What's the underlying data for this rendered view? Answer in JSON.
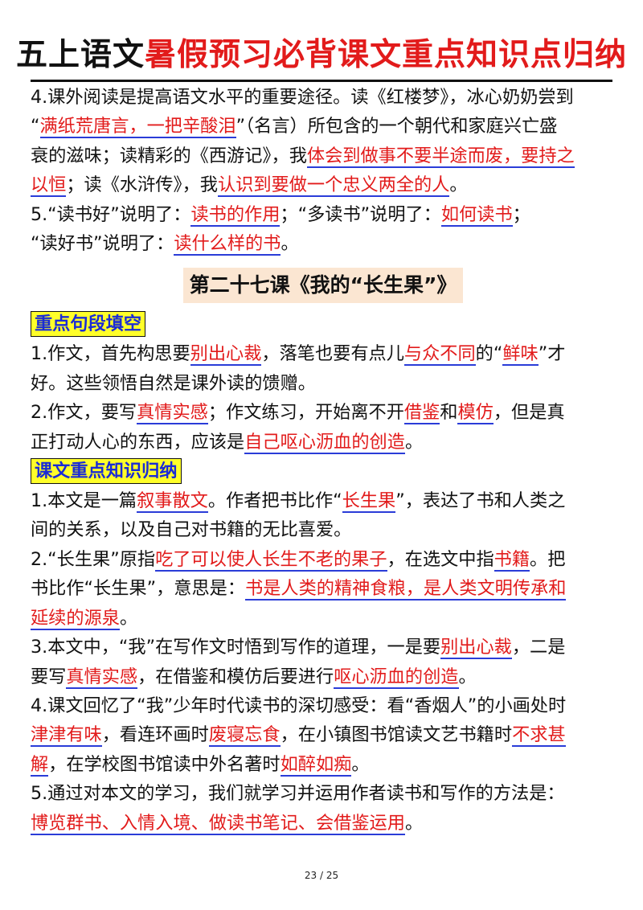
{
  "title": {
    "black": "五上语文",
    "red": "暑假预习必背课文重点知识点归纳"
  },
  "lines": [
    [
      {
        "t": "4.课外阅读是提高语文水平的重要途径。读《红楼梦》，冰心奶奶尝到"
      }
    ],
    [
      {
        "t": "“"
      },
      {
        "t": "满纸荒唐言，一把辛酸泪",
        "r": 1
      },
      {
        "t": "”（名言）所包含的一个朝代和家庭兴亡盛"
      }
    ],
    [
      {
        "t": "衰的滋味；读精彩的《西游记》，我"
      },
      {
        "t": "体会到做事不要半途而废，要持之",
        "r": 1
      }
    ],
    [
      {
        "t": "以恒",
        "r": 1
      },
      {
        "t": "；读《水浒传》，我"
      },
      {
        "t": "认识到要做一个忠义两全的人",
        "r": 1
      },
      {
        "t": "。"
      }
    ],
    [
      {
        "t": "5.“读书好”说明了："
      },
      {
        "t": "读书的作用",
        "r": 1
      },
      {
        "t": "；“多读书”说明了："
      },
      {
        "t": "如何读书",
        "r": 1
      },
      {
        "t": "；"
      }
    ],
    [
      {
        "t": "“读好书”说明了："
      },
      {
        "t": "读什么样的书",
        "r": 1
      },
      {
        "t": "。"
      }
    ],
    {
      "kind": "lesson",
      "t": "第二十七课《我的“长生果”》"
    },
    {
      "kind": "tag",
      "t": "重点句段填空"
    },
    [
      {
        "t": "1.作文，首先构思要"
      },
      {
        "t": "别出心裁",
        "r": 1
      },
      {
        "t": "，落笔也要有点儿"
      },
      {
        "t": "与众不同",
        "r": 1
      },
      {
        "t": "的“"
      },
      {
        "t": "鲜味",
        "r": 1
      },
      {
        "t": "”才"
      }
    ],
    [
      {
        "t": "好。这些领悟自然是课外读的馈赠。"
      }
    ],
    [
      {
        "t": "2.作文，要写"
      },
      {
        "t": "真情实感",
        "r": 1
      },
      {
        "t": "；作文练习，开始离不开"
      },
      {
        "t": "借鉴",
        "r": 1
      },
      {
        "t": "和"
      },
      {
        "t": "模仿",
        "r": 1
      },
      {
        "t": "，但是真"
      }
    ],
    [
      {
        "t": "正打动人心的东西，应该是"
      },
      {
        "t": "自己呕心沥血的创造",
        "r": 1
      },
      {
        "t": "。"
      }
    ],
    {
      "kind": "tag",
      "t": "课文重点知识归纳"
    },
    [
      {
        "t": "1.本文是一篇"
      },
      {
        "t": "叙事散文",
        "r": 1
      },
      {
        "t": "。作者把书比作“"
      },
      {
        "t": "长生果",
        "r": 1
      },
      {
        "t": "”，表达了书和人类之"
      }
    ],
    [
      {
        "t": "间的关系，以及自己对书籍的无比喜爱。"
      }
    ],
    [
      {
        "t": "2.“长生果”原指"
      },
      {
        "t": "吃了可以使人长生不老的果子",
        "r": 1
      },
      {
        "t": "，在选文中指"
      },
      {
        "t": "书籍",
        "r": 1
      },
      {
        "t": "。把"
      }
    ],
    [
      {
        "t": "书比作“长生果”，意思是："
      },
      {
        "t": "书是人类的精神食粮，是人类文明传承和",
        "r": 1
      }
    ],
    [
      {
        "t": "延续的源泉",
        "r": 1
      },
      {
        "t": "。"
      }
    ],
    [
      {
        "t": "3.本文中，“我”在写作文时悟到写作的道理，一是要"
      },
      {
        "t": "别出心裁",
        "r": 1
      },
      {
        "t": "，二是"
      }
    ],
    [
      {
        "t": "要写"
      },
      {
        "t": "真情实感",
        "r": 1
      },
      {
        "t": "，在借鉴和模仿后要进行"
      },
      {
        "t": "呕心沥血的创造",
        "r": 1
      },
      {
        "t": "。"
      }
    ],
    [
      {
        "t": "4.课文回忆了“我”少年时代读书的深切感受：看“香烟人”的小画处时"
      }
    ],
    [
      {
        "t": "津津有味",
        "r": 1
      },
      {
        "t": "，看连环画时"
      },
      {
        "t": "废寝忘食",
        "r": 1
      },
      {
        "t": "，在小镇图书馆读文艺书籍时"
      },
      {
        "t": "不求甚",
        "r": 1
      }
    ],
    [
      {
        "t": "解",
        "r": 1
      },
      {
        "t": "，在学校图书馆读中外名著时"
      },
      {
        "t": "如醉如痴",
        "r": 1
      },
      {
        "t": "。"
      }
    ],
    [
      {
        "t": "5.通过对本文的学习，我们就学习并运用作者读书和写作的方法是："
      }
    ],
    [
      {
        "t": "博览群书、入情入境、做读书笔记、会借鉴运用",
        "r": 1
      },
      {
        "t": "。"
      }
    ]
  ],
  "footer": "23 / 25"
}
